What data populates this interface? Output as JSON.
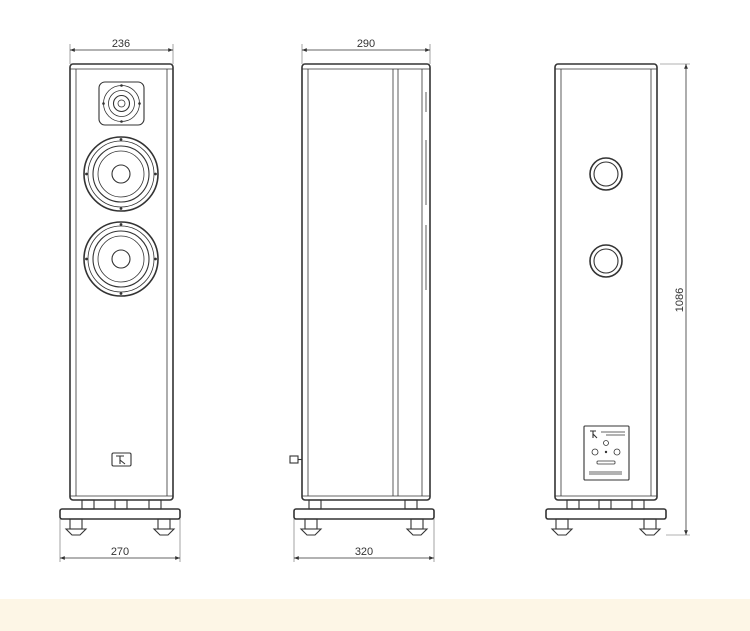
{
  "dimensions": {
    "front_width": "236",
    "front_base_width": "270",
    "side_depth": "290",
    "side_base_depth": "320",
    "height": "1086"
  }
}
